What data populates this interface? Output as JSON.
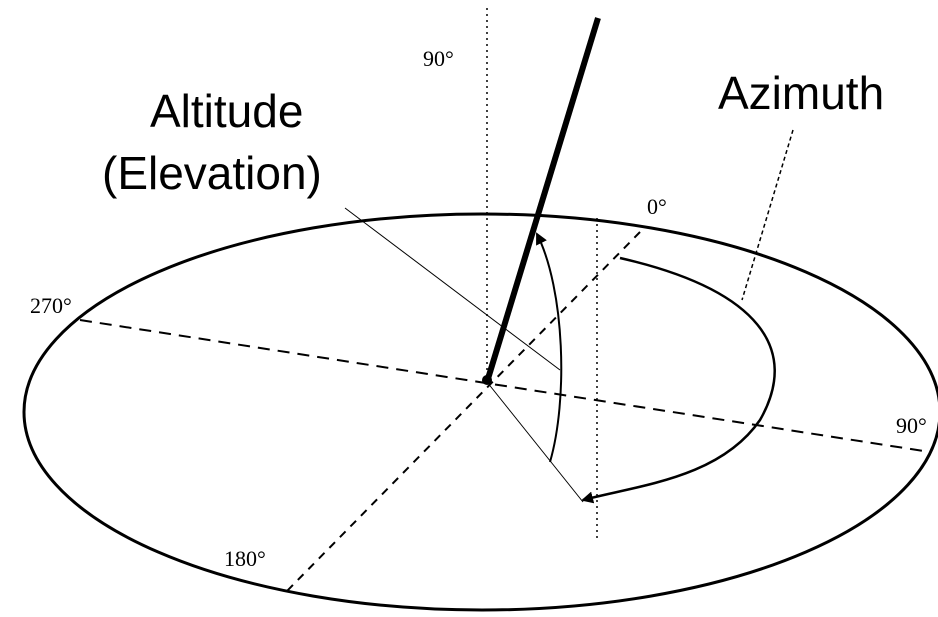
{
  "labels": {
    "altitude": "Altitude",
    "elevation": "(Elevation)",
    "azimuth": "Azimuth"
  },
  "degree_marks": {
    "vertical": "90°",
    "north": "0°",
    "east": "90°",
    "south": "180°",
    "west": "270°"
  }
}
